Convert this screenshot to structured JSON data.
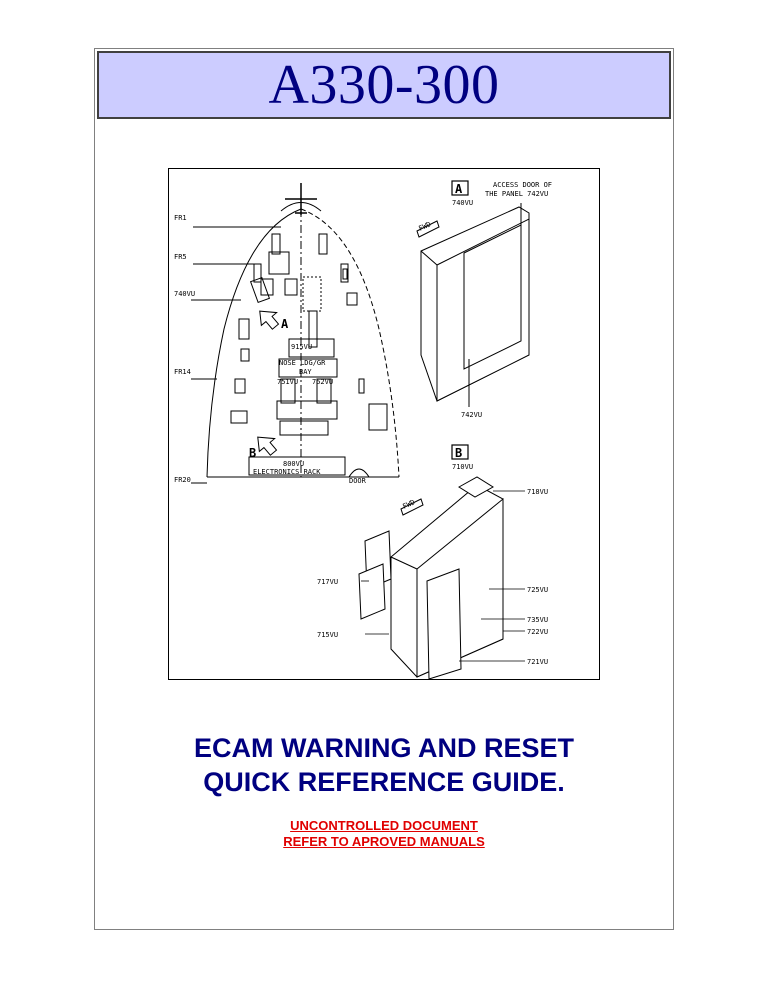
{
  "header": {
    "title": "A330-300"
  },
  "diagram": {
    "frame_labels": [
      "FR1",
      "FR5",
      "FR14",
      "FR20"
    ],
    "left_labels": {
      "vu740": "740VU"
    },
    "nose_labels": {
      "a": "A",
      "b": "B",
      "vu915": "915VU",
      "nose_ldg_1": "NOSE LDG/GR",
      "nose_ldg_2": "BAY",
      "vu751": "751VU",
      "vu752": "752VU",
      "rack_1": "800VU",
      "rack_2": "ELECTRONICS RACK",
      "door": "DOOR"
    },
    "detail_a": {
      "letter": "A",
      "code": "740VU",
      "access_1": "ACCESS DOOR OF",
      "access_2": "THE PANEL 742VU",
      "fwd": "FWD",
      "bottom": "742VU"
    },
    "detail_b": {
      "letter": "B",
      "code": "710VU",
      "fwd": "FWD",
      "c718": "718VU",
      "c717": "717VU",
      "c725": "725VU",
      "c735": "735VU",
      "c722": "722VU",
      "c715": "715VU",
      "c721": "721VU"
    }
  },
  "headings": {
    "line1": "ECAM WARNING AND RESET",
    "line2": "QUICK REFERENCE GUIDE."
  },
  "notice": {
    "line1": "UNCONTROLLED DOCUMENT",
    "line2": "REFER TO APROVED MANUALS"
  }
}
